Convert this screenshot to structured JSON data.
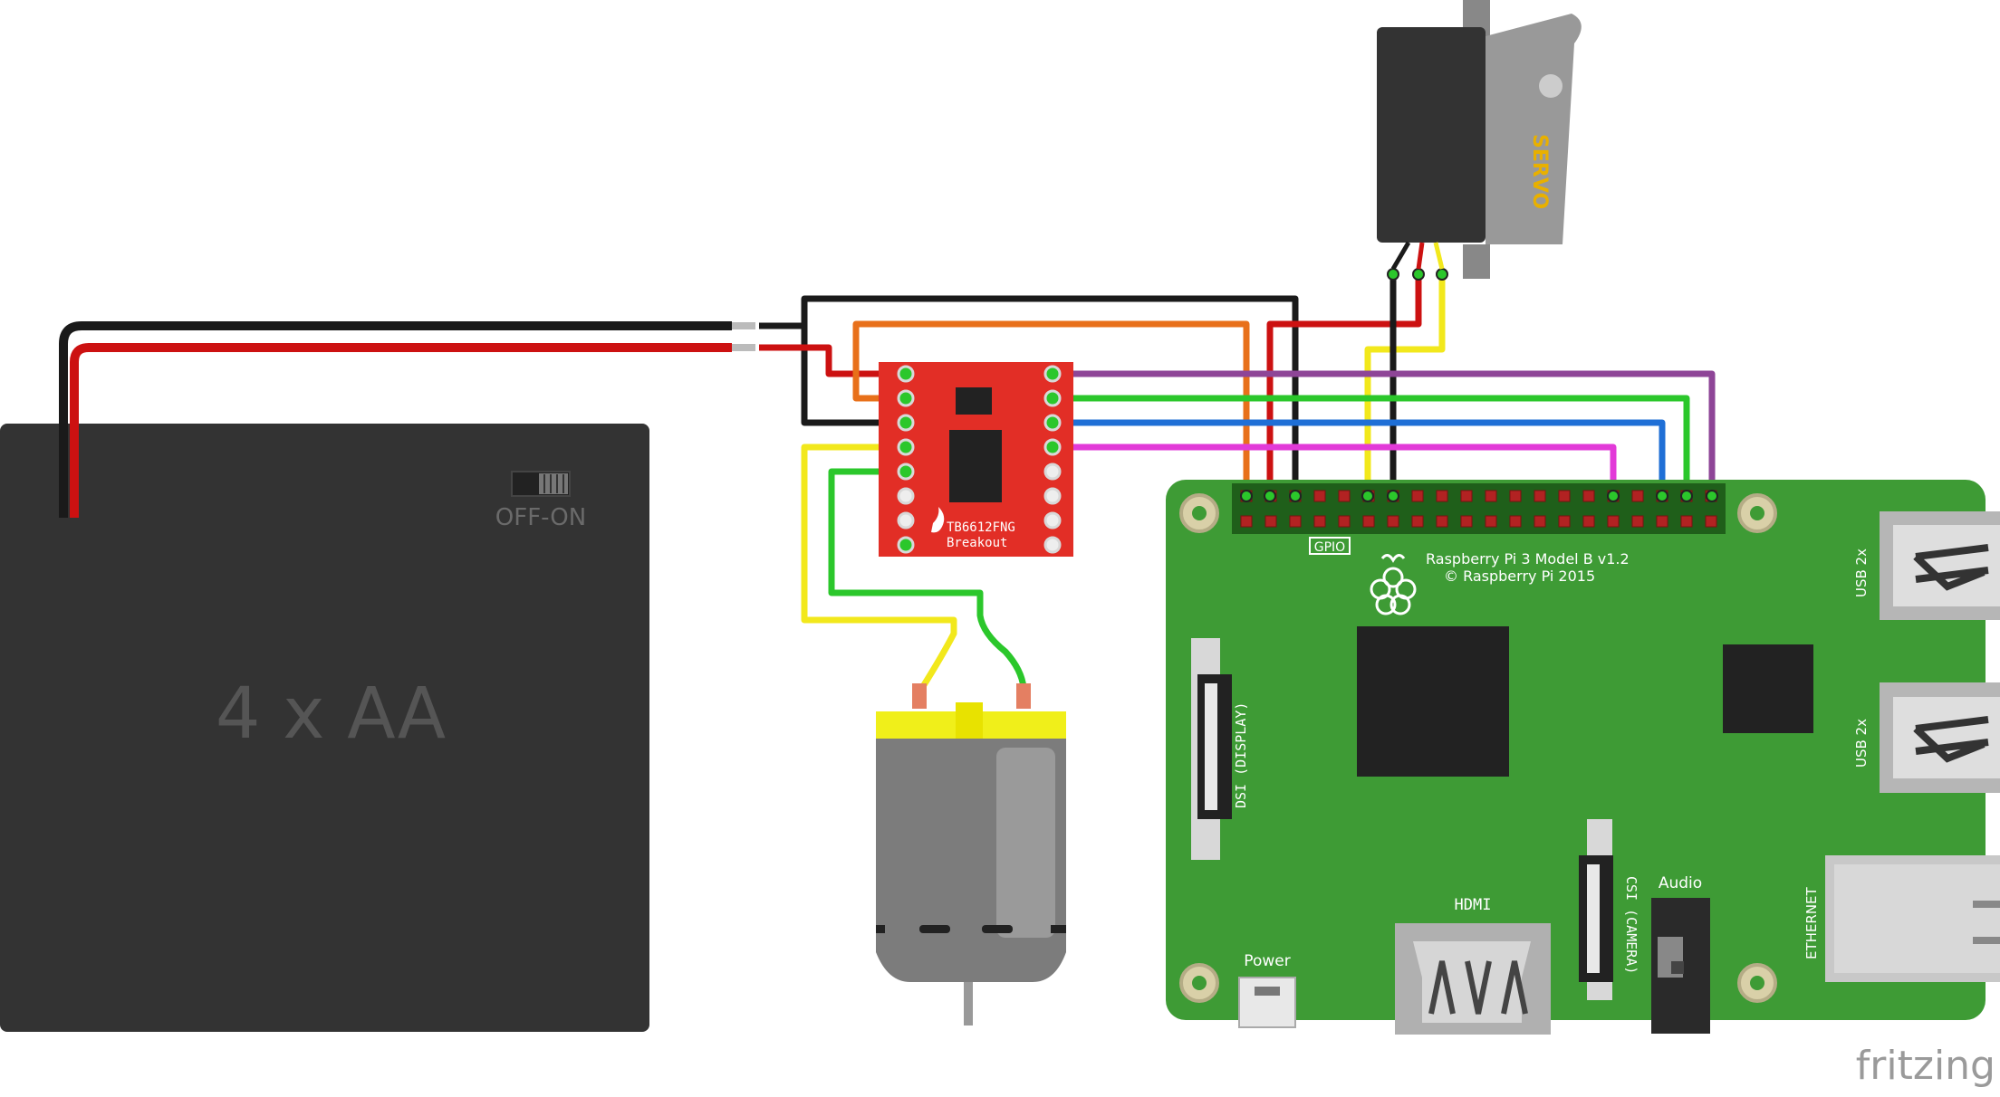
{
  "battery": {
    "label": "4 x AA",
    "switch_label": "OFF-ON",
    "fill": "#333333",
    "label_color": "#555555"
  },
  "motor_driver": {
    "name_line1": "TB6612FNG",
    "name_line2": "Breakout",
    "board_color": "#e22e26"
  },
  "servo": {
    "label": "SERVO",
    "label_color": "#e8b000"
  },
  "raspberry_pi": {
    "model": "Raspberry Pi 3 Model B v1.2",
    "copyright": "© Raspberry Pi 2015",
    "gpio_label": "GPIO",
    "dsi_label": "DSI (DISPLAY)",
    "csi_label": "CSI (CAMERA)",
    "hdmi_label": "HDMI",
    "audio_label": "Audio",
    "power_label": "Power",
    "usb_label_1": "USB 2x",
    "usb_label_2": "USB 2x",
    "ethernet_label": "ETHERNET",
    "board_color": "#3e9b35"
  },
  "watermark": "fritzing",
  "wire_colors": {
    "black": "#1a1a1a",
    "red": "#cc1111",
    "orange": "#e8701a",
    "yellow": "#f2e81c",
    "green": "#2bc72b",
    "purple": "#8e4597",
    "blue": "#1f6fd6",
    "magenta": "#e23ad8"
  }
}
